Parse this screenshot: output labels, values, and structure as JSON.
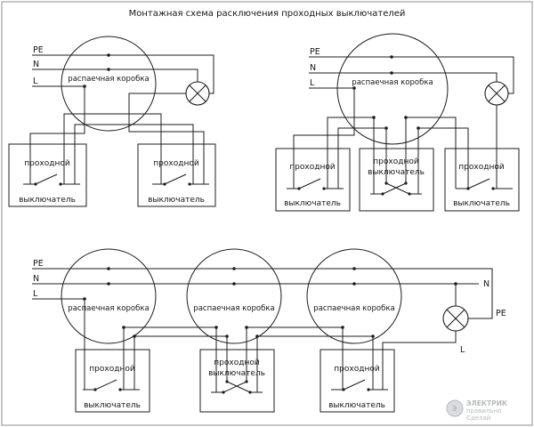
{
  "title": "Монтажная схема расключения проходных выключателей",
  "terminals": {
    "pe": "PE",
    "n": "N",
    "l": "L"
  },
  "junction_box": "распаечная коробка",
  "switch": {
    "line1": "проходной",
    "line2": "выключатель"
  },
  "watermark": {
    "badge": "Э",
    "line1": "ЭЛЕКТРИК",
    "line2": "правильно",
    "line3": "Сделай"
  },
  "colors": {
    "wire": "#1c1c1c",
    "border": "#8c8c8c",
    "watermark": "#b6babc"
  }
}
